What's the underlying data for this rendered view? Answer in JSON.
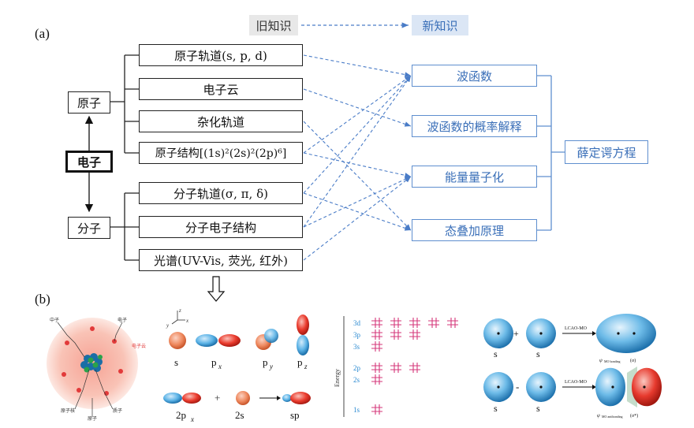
{
  "labels": {
    "part_a": "(a)",
    "part_b": "(b)"
  },
  "legend": {
    "old": "旧知识",
    "new": "新知识"
  },
  "center": {
    "electron": "电子",
    "atom": "原子",
    "molecule": "分子"
  },
  "old_knowledge": [
    "原子轨道(s, p, d)",
    "电子云",
    "杂化轨道",
    "原子结构[(1s)²(2s)²(2p)⁶]",
    "分子轨道(σ, π, δ)",
    "分子电子结构",
    "光谱(UV-Vis, 荧光, 红外)"
  ],
  "new_knowledge": [
    "波函数",
    "波函数的概率解释",
    "能量量子化",
    "态叠加原理"
  ],
  "schrodinger": "薛定谔方程",
  "panel_b": {
    "atom_labels": {
      "neutron": "中子",
      "electron": "电子",
      "cloud": "电子云",
      "nucleus": "原子核",
      "atom": "原子",
      "proton": "质子"
    },
    "orbitals": {
      "s": "s",
      "px": "p",
      "py": "p",
      "pz": "p",
      "sub_x": "x",
      "sub_y": "y",
      "sub_z": "z",
      "axis_z": "z",
      "axis_y": "y",
      "axis_x": "x",
      "hyb_a": "2p",
      "hyb_plus": "+",
      "hyb_b": "2s",
      "hyb_c": "sp"
    },
    "energy": {
      "axis": "Energy",
      "levels": [
        "3d",
        "3p",
        "3s",
        "2p",
        "2s",
        "1s"
      ]
    },
    "lcao": {
      "s1": "s",
      "s2": "s",
      "s3": "s",
      "s4": "s",
      "plus": "+",
      "minus": "-",
      "arrow": "LCAO-MO",
      "bonding_psi": "ψ",
      "bonding_sub": "MO bonding",
      "bonding_sym": "(σ)",
      "anti_psi": "ψ",
      "anti_sub": "MO antibonding",
      "anti_sym": "(σ*)"
    }
  },
  "colors": {
    "old_border": "#222222",
    "new_border": "#5f8fcf",
    "new_text": "#3a6fb8",
    "arrow": "#4a7cc7",
    "sphere": "#3a9ad9",
    "lobe_red": "#e4322b",
    "s_orange": "#ea7a4a",
    "level_pink": "#d4377a"
  }
}
